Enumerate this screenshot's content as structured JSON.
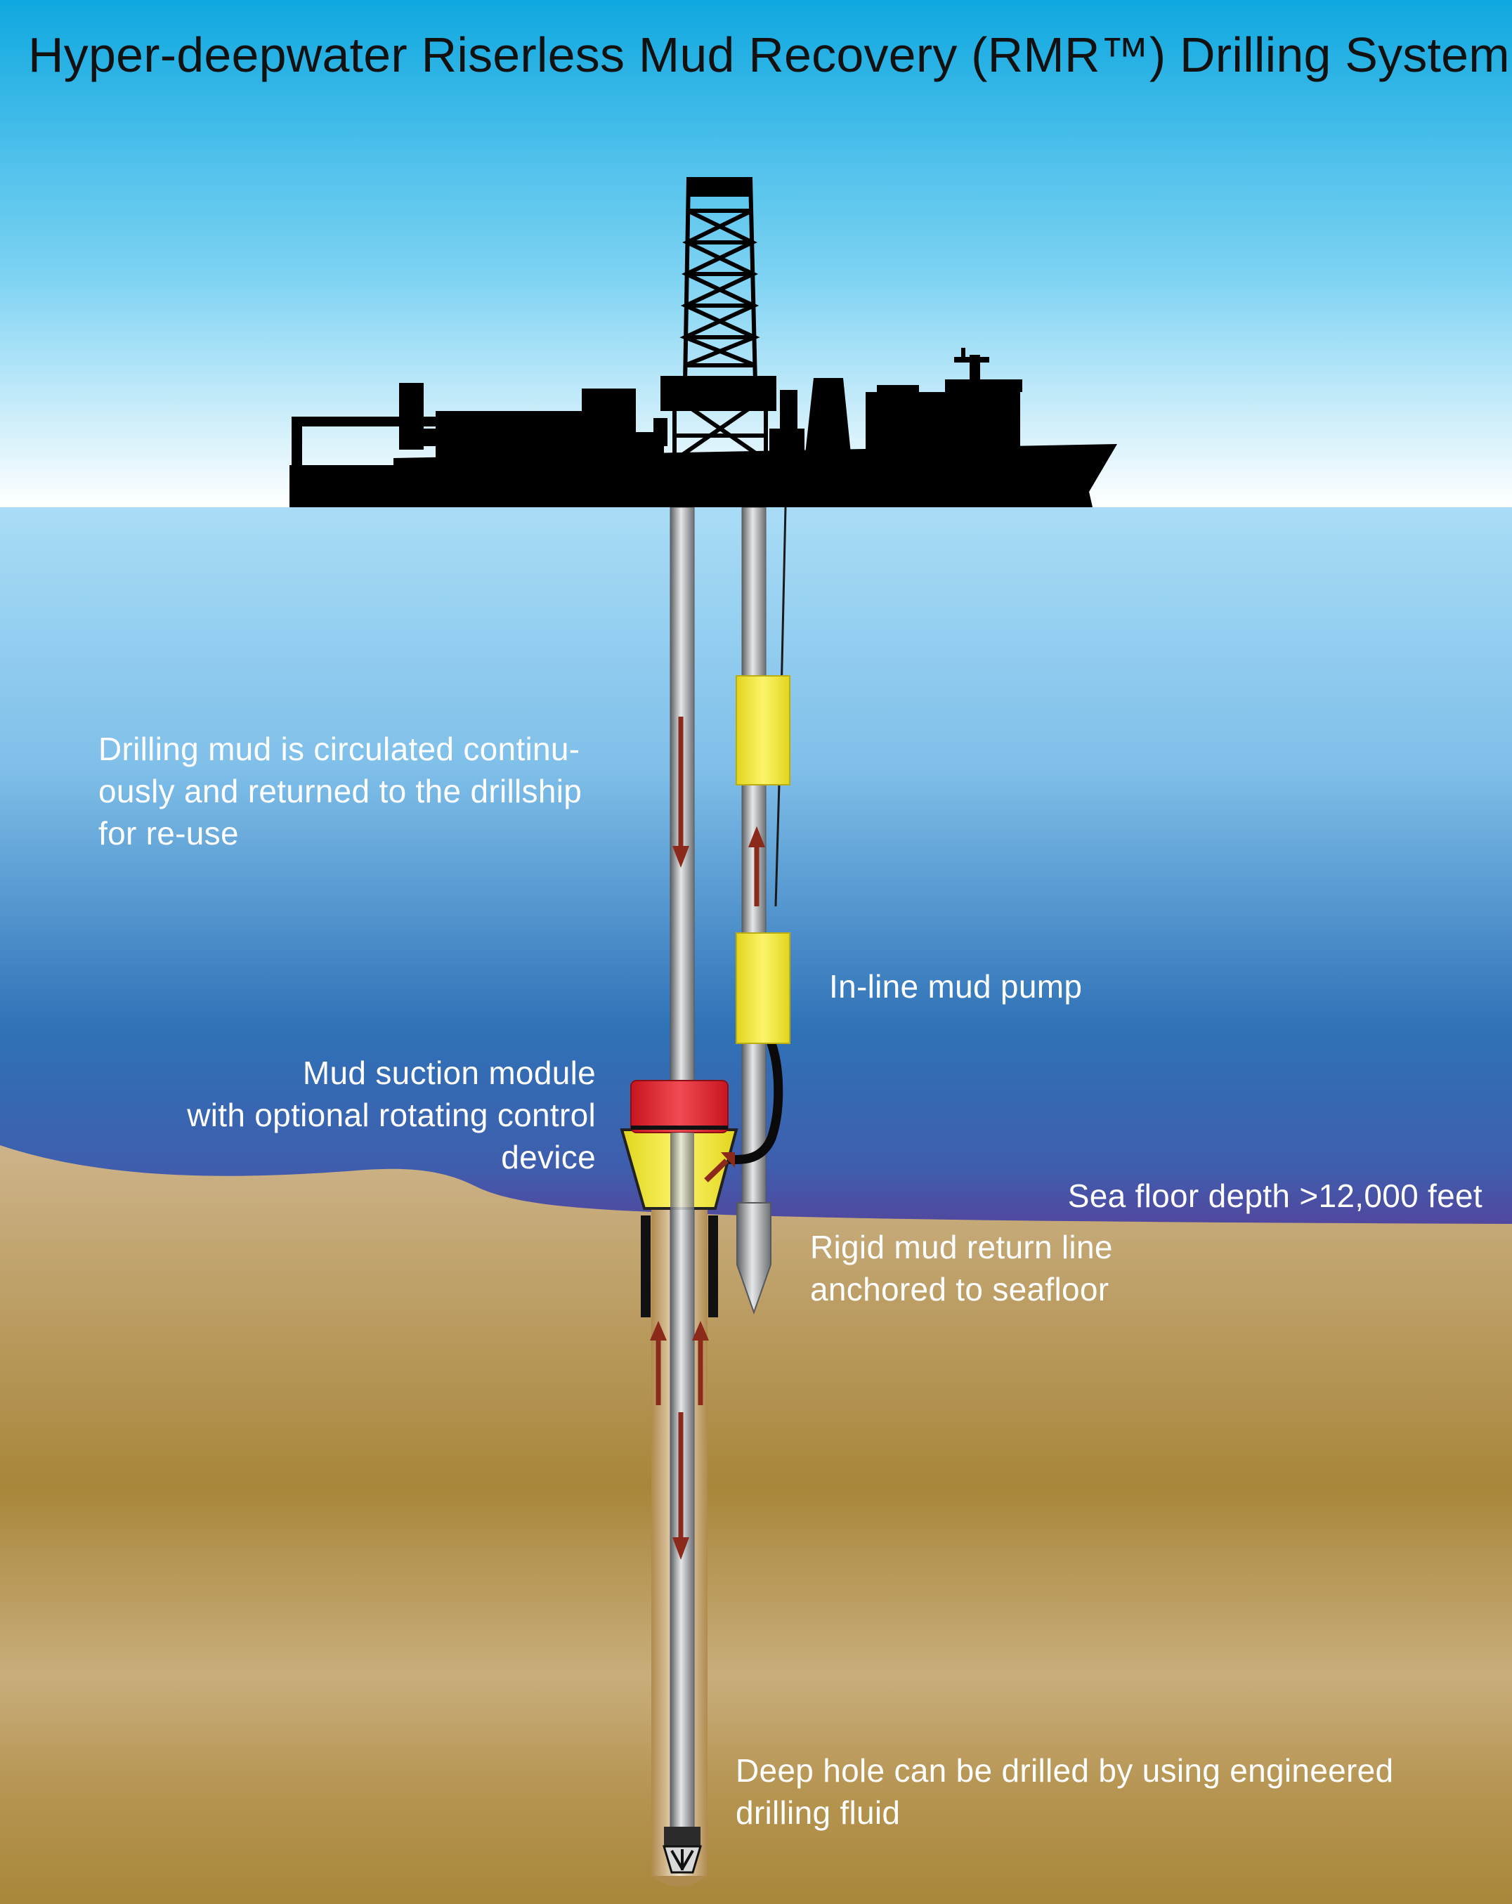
{
  "title": "Hyper-deepwater Riserless Mud Recovery (RMR™) Drilling System",
  "labels": {
    "circulation": [
      "Drilling mud is circulated continu-",
      "ously and returned to the drillship",
      "for re-use"
    ],
    "mud_pump": [
      "In-line mud pump"
    ],
    "suction_module": [
      "Mud suction module",
      "with optional rotating control",
      "device"
    ],
    "sea_floor": [
      "Sea floor depth >12,000 feet"
    ],
    "return_line": [
      "Rigid mud return line",
      "anchored to seafloor"
    ],
    "deep_hole": [
      "Deep hole can be drilled by using engineered",
      "drilling fluid"
    ]
  },
  "colors": {
    "sky_top": "#0fa8e0",
    "sky_bottom": "#ffffff",
    "sea_top": "#a9dcf6",
    "sea_mid": "#2f72b7",
    "sea_bottom": "#5a3d98",
    "seabed_light": "#cdb389",
    "seabed_dark": "#a8863a",
    "pipe": "#8a8d91",
    "pump": "#f2e830",
    "module_red": "#e0202c",
    "arrow": "#8b2a1a",
    "silhouette": "#000000"
  }
}
